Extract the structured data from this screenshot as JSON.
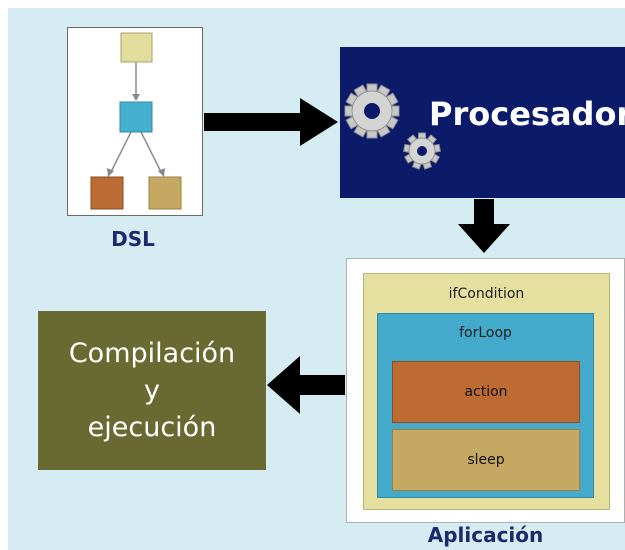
{
  "dsl": {
    "label": "DSL",
    "tree_nodes": [
      "root-node",
      "middle-node",
      "left-leaf-node",
      "right-leaf-node"
    ]
  },
  "processor": {
    "label": "Procesador",
    "icon": "gears-icon"
  },
  "application": {
    "label": "Aplicación",
    "if_label": "ifCondition",
    "for_label": "forLoop",
    "action_label": "action",
    "sleep_label": "sleep"
  },
  "compilation": {
    "lines": [
      "Compilación",
      "y",
      "ejecución"
    ]
  },
  "colors": {
    "background": "#d6ecf3",
    "processor": "#0b1b6a",
    "compilation": "#686a32",
    "if_block": "#e6e0a0",
    "for_block": "#44aacb",
    "action_block": "#bd6a33",
    "sleep_block": "#c5a861",
    "label_text": "#1b2a6b"
  }
}
